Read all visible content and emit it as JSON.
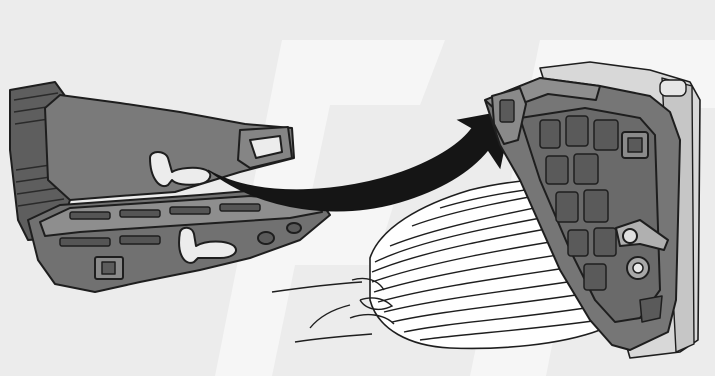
{
  "diagram": {
    "description_text": "",
    "colors": {
      "background": "#ececec",
      "watermark": "#f7f7f7",
      "part_dark": "#6e6e6e",
      "part_mid": "#8a8a8a",
      "part_shadow": "#565656",
      "outline": "#1e1e1e",
      "arrow": "#151515",
      "wire_fill": "#ffffff",
      "frame": "#d4d4d4"
    },
    "icons": {
      "left_part": "connector-clip-illustration",
      "arrow": "curved-arrow",
      "right_part": "connector-housing-illustration",
      "wires": "wire-bundle-illustration"
    }
  }
}
